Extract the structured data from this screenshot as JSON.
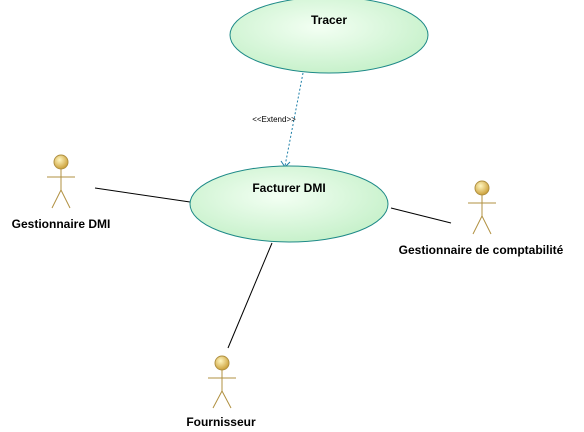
{
  "diagram": {
    "use_cases": {
      "tracer": "Tracer",
      "facturer": "Facturer DMI"
    },
    "relationship": {
      "stereotype": "<<Extend>>"
    },
    "actors": {
      "gestionnaire_dmi": "Gestionnaire DMI",
      "gestionnaire_compta": "Gestionnaire de comptabilité",
      "fournisseur": "Fournisseur"
    }
  },
  "colors": {
    "usecase_fill_light": "#f3fff3",
    "usecase_fill_dark": "#c4f0c8",
    "usecase_stroke": "#1e8a88",
    "actor_stroke": "#b09040",
    "actor_head_light": "#fff6c0",
    "actor_head_dark": "#c89a30",
    "association": "#000000",
    "extend_line": "#1e7fa8"
  }
}
